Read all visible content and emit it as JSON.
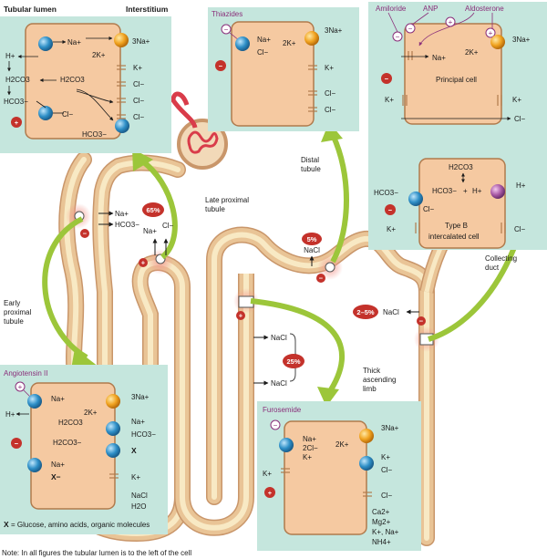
{
  "headers": {
    "lumen": "Tubular lumen",
    "interstitium": "Interstitium"
  },
  "colors": {
    "panel_bg": "#c5e6dd",
    "cell_fill": "#f5c9a1",
    "cell_stroke": "#b07a4c",
    "tubule_outer": "#e9c496",
    "tubule_inner": "#f8e9c4",
    "arrow_green": "#9cc63a",
    "badge_red": "#c4322b",
    "transporter_blue": "#2e8fc7",
    "pump_orange": "#f0a21f",
    "hormone_purple": "#8a2f7a"
  },
  "panel_tl": {
    "h_plus": "H+",
    "h2co3_left": "H2CO3",
    "hco3_left": "HCO3−",
    "h2co3_mid": "H2CO3",
    "cl_lumen": "Cl−",
    "na_top": "Na+",
    "k_pump": "2K+",
    "na_pump": "3Na+",
    "k_out": "K+",
    "cl_out1": "Cl−",
    "cl_out2": "Cl−",
    "cl_out3": "Cl−",
    "hco3_bottom": "HCO3−"
  },
  "panel_thiazide": {
    "title": "Thiazides",
    "na": "Na+",
    "cl": "Cl−",
    "k_pump": "2K+",
    "na_pump": "3Na+",
    "k": "K+",
    "cl_out1": "Cl−",
    "cl_out2": "Cl−"
  },
  "panel_collecting": {
    "amiloride": "Amiloride",
    "anp": "ANP",
    "aldosterone": "Aldosterone",
    "na": "Na+",
    "k_pump": "2K+",
    "na_pump": "3Na+",
    "k_lumen": "K+",
    "k_out": "K+",
    "cl": "Cl−",
    "principal": "Principal cell",
    "h2co3": "H2CO3",
    "hco3_in": "HCO3−",
    "plus": "+",
    "h_in": "H+",
    "hco3_lumen": "HCO3−",
    "cl_lumen": "Cl−",
    "h_out": "H+",
    "k_lumen2": "K+",
    "cl_out2": "Cl−",
    "typeb_1": "Type B",
    "typeb_2": "intercalated cell"
  },
  "panel_angiotensin": {
    "title": "Angiotensin II",
    "na1": "Na+",
    "h": "H+",
    "h2co3": "H2CO3",
    "hco3_in": "H2CO3−",
    "k_pump": "2K+",
    "na_pump": "3Na+",
    "na_out": "Na+",
    "hco3_out": "HCO3−",
    "x_out": "X",
    "na2": "Na+",
    "x_in": "X−",
    "k_out": "K+",
    "nacl": "NaCl",
    "h2o": "H2O",
    "legend_x": "X",
    "legend_text": " = Glucose, amino acids, organic molecules"
  },
  "panel_furosemide": {
    "title": "Furosemide",
    "na": "Na+",
    "cl2": "2Cl−",
    "k": "K+",
    "k_pump": "2K+",
    "na_pump": "3Na+",
    "k_lumen": "K+",
    "k_out": "K+",
    "cl_out": "Cl−",
    "cl_out2": "Cl−",
    "ions_1": "Ca2+",
    "ions_2": "Mg2+",
    "ions_3": "K+, Na+",
    "ions_4": "NH4+"
  },
  "nephron": {
    "late_proximal_1": "Late proximal",
    "late_proximal_2": "tubule",
    "pct_65": "65%",
    "na_plus_a": "Na+",
    "hco3_a": "HCO3−",
    "na_plus_b": "Na+",
    "cl_b": "Cl−",
    "early_1": "Early",
    "early_2": "proximal",
    "early_3": "tubule",
    "distal_1": "Distal",
    "distal_2": "tubule",
    "pct_5": "5%",
    "nacl_5": "NaCl",
    "pct_25": "25%",
    "nacl_a": "NaCl",
    "nacl_b": "NaCl",
    "thick_1": "Thick",
    "thick_2": "ascending",
    "thick_3": "limb",
    "pct_2_5": "2–5%",
    "nacl_c": "NaCl",
    "collecting_1": "Collecting",
    "collecting_2": "duct",
    "minus": "−",
    "plus": "+"
  },
  "footnote": "Note: In all figures the tubular lumen is to the left of the cell"
}
